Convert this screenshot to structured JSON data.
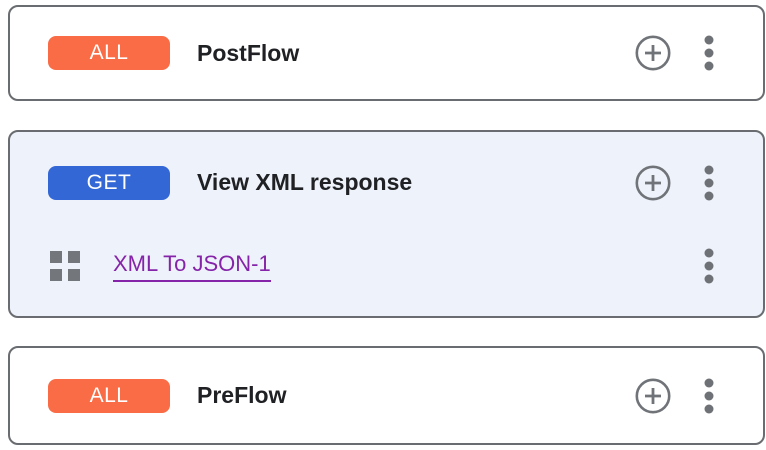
{
  "cards": [
    {
      "badge": "ALL",
      "title": "PostFlow"
    },
    {
      "badge": "GET",
      "title": "View XML response",
      "policy": {
        "label": "XML To JSON-1"
      }
    },
    {
      "badge": "ALL",
      "title": "PreFlow"
    }
  ],
  "icons": {
    "add": "circled-plus",
    "menu": "vertical-ellipsis",
    "policy": "grid-2x2"
  },
  "colors": {
    "badge_all": "#F96C45",
    "badge_get": "#3367D6",
    "selected_card_bg": "#EEF2FB",
    "card_border": "#696C70",
    "icon_gray": "#707478",
    "policy_link": "#8524A8",
    "title_text": "#202124"
  }
}
